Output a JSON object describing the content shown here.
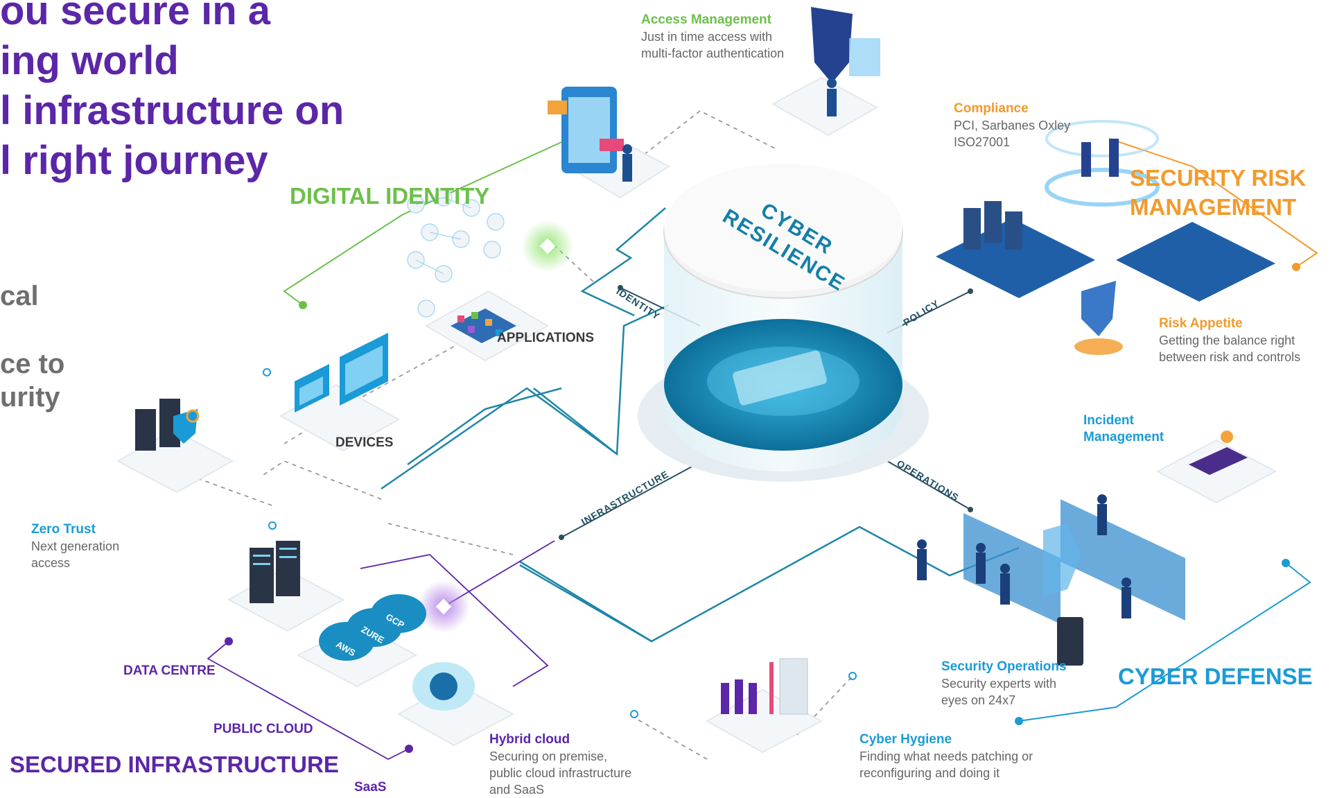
{
  "headline": {
    "line1": "ou secure in a",
    "line2": "ing world",
    "line3": "l infrastructure on",
    "line4": "l right journey"
  },
  "side_text": {
    "line1": "cal",
    "line2": "ce to",
    "line3": "urity"
  },
  "center": {
    "title_line1": "CYBER",
    "title_line2": "RESILIENCE",
    "spokes": {
      "identity": "IDENTITY",
      "policy": "POLICY",
      "infrastructure": "INFRASTRUCTURE",
      "operations": "OPERATIONS"
    }
  },
  "pillars": {
    "digital_identity": "DIGITAL IDENTITY",
    "security_risk_line1": "SECURITY RISK",
    "security_risk_line2": "MANAGEMENT",
    "cyber_defense": "CYBER DEFENSE",
    "secured_infrastructure": "SECURED INFRASTRUCTURE"
  },
  "nodes": {
    "applications": "APPLICATIONS",
    "devices": "DEVICES",
    "data_centre": "DATA CENTRE",
    "public_cloud": "PUBLIC CLOUD",
    "saas": "SaaS"
  },
  "cloud_labels": {
    "aws": "AWS",
    "azure": "ZURE",
    "gcp": "GCP"
  },
  "callouts": {
    "access_management": {
      "title": "Access Management",
      "line1": "Just in time access with",
      "line2": "multi-factor authentication"
    },
    "compliance": {
      "title": "Compliance",
      "line1": "PCI, Sarbanes Oxley",
      "line2": "ISO27001"
    },
    "risk_appetite": {
      "title": "Risk Appetite",
      "line1": "Getting the balance right",
      "line2": "between risk and controls"
    },
    "incident_management": {
      "title_line1": "Incident",
      "title_line2": "Management"
    },
    "zero_trust": {
      "title": "Zero Trust",
      "line1": "Next generation",
      "line2": "access"
    },
    "security_operations": {
      "title": "Security Operations",
      "line1": "Security experts with",
      "line2": "eyes on 24x7"
    },
    "cyber_hygiene": {
      "title": "Cyber Hygiene",
      "line1": "Finding what needs patching or",
      "line2": "reconfiguring and doing it"
    },
    "hybrid_cloud": {
      "title": "Hybrid cloud",
      "line1": "Securing on premise,",
      "line2": "public cloud infrastructure",
      "line3": "and SaaS"
    }
  },
  "colors": {
    "purple": "#5b26a8",
    "green": "#6cc04a",
    "orange": "#f39a2b",
    "blue": "#1a9bd7",
    "teal": "#137fa8",
    "circuit": "#1e86a8"
  }
}
